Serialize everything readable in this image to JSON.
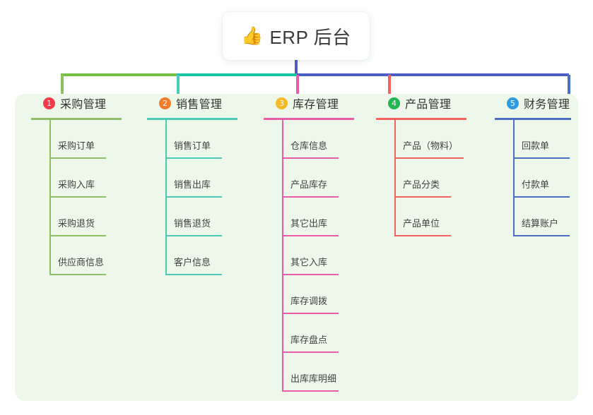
{
  "root": {
    "icon": "thumbs-up-emoji",
    "emoji": "👍",
    "title": "ERP 后台"
  },
  "palette": {
    "panel_background": "#eef8ea",
    "page_background": "#ffffff",
    "stem_blue": "#4a5ec6",
    "text": "#333333",
    "leaf_text": "#424242"
  },
  "connector": {
    "stem_color": "#4a5ec6",
    "bar_segments": [
      {
        "name": "segment-green",
        "color": "#76c043"
      },
      {
        "name": "segment-teal",
        "color": "#17c4a6"
      },
      {
        "name": "segment-blue",
        "color": "#4a5ec6"
      }
    ]
  },
  "columns": [
    {
      "index": "1",
      "badge_number": "1",
      "badge_color": "#ef3e4a",
      "line_color": "#8cc265",
      "title": "采购管理",
      "leaves": [
        "采购订单",
        "采购入库",
        "采购退货",
        "供应商信息"
      ]
    },
    {
      "index": "2",
      "badge_number": "2",
      "badge_color": "#f47b2a",
      "line_color": "#4ec9b6",
      "title": "销售管理",
      "leaves": [
        "销售订单",
        "销售出库",
        "销售退货",
        "客户信息"
      ]
    },
    {
      "index": "3",
      "badge_number": "3",
      "badge_color": "#f7b924",
      "line_color": "#e85ca8",
      "title": "库存管理",
      "leaves": [
        "仓库信息",
        "产品库存",
        "其它出库",
        "其它入库",
        "库存调拨",
        "库存盘点",
        "出库库明细"
      ]
    },
    {
      "index": "4",
      "badge_number": "4",
      "badge_color": "#23b455",
      "line_color": "#f4635e",
      "title": "产品管理",
      "leaves": [
        "产品（物料）",
        "产品分类",
        "产品单位"
      ]
    },
    {
      "index": "5",
      "badge_number": "5",
      "badge_color": "#2f9ae0",
      "line_color": "#4a6fc4",
      "title": "财务管理",
      "leaves": [
        "回款单",
        "付款单",
        "结算账户"
      ]
    }
  ]
}
